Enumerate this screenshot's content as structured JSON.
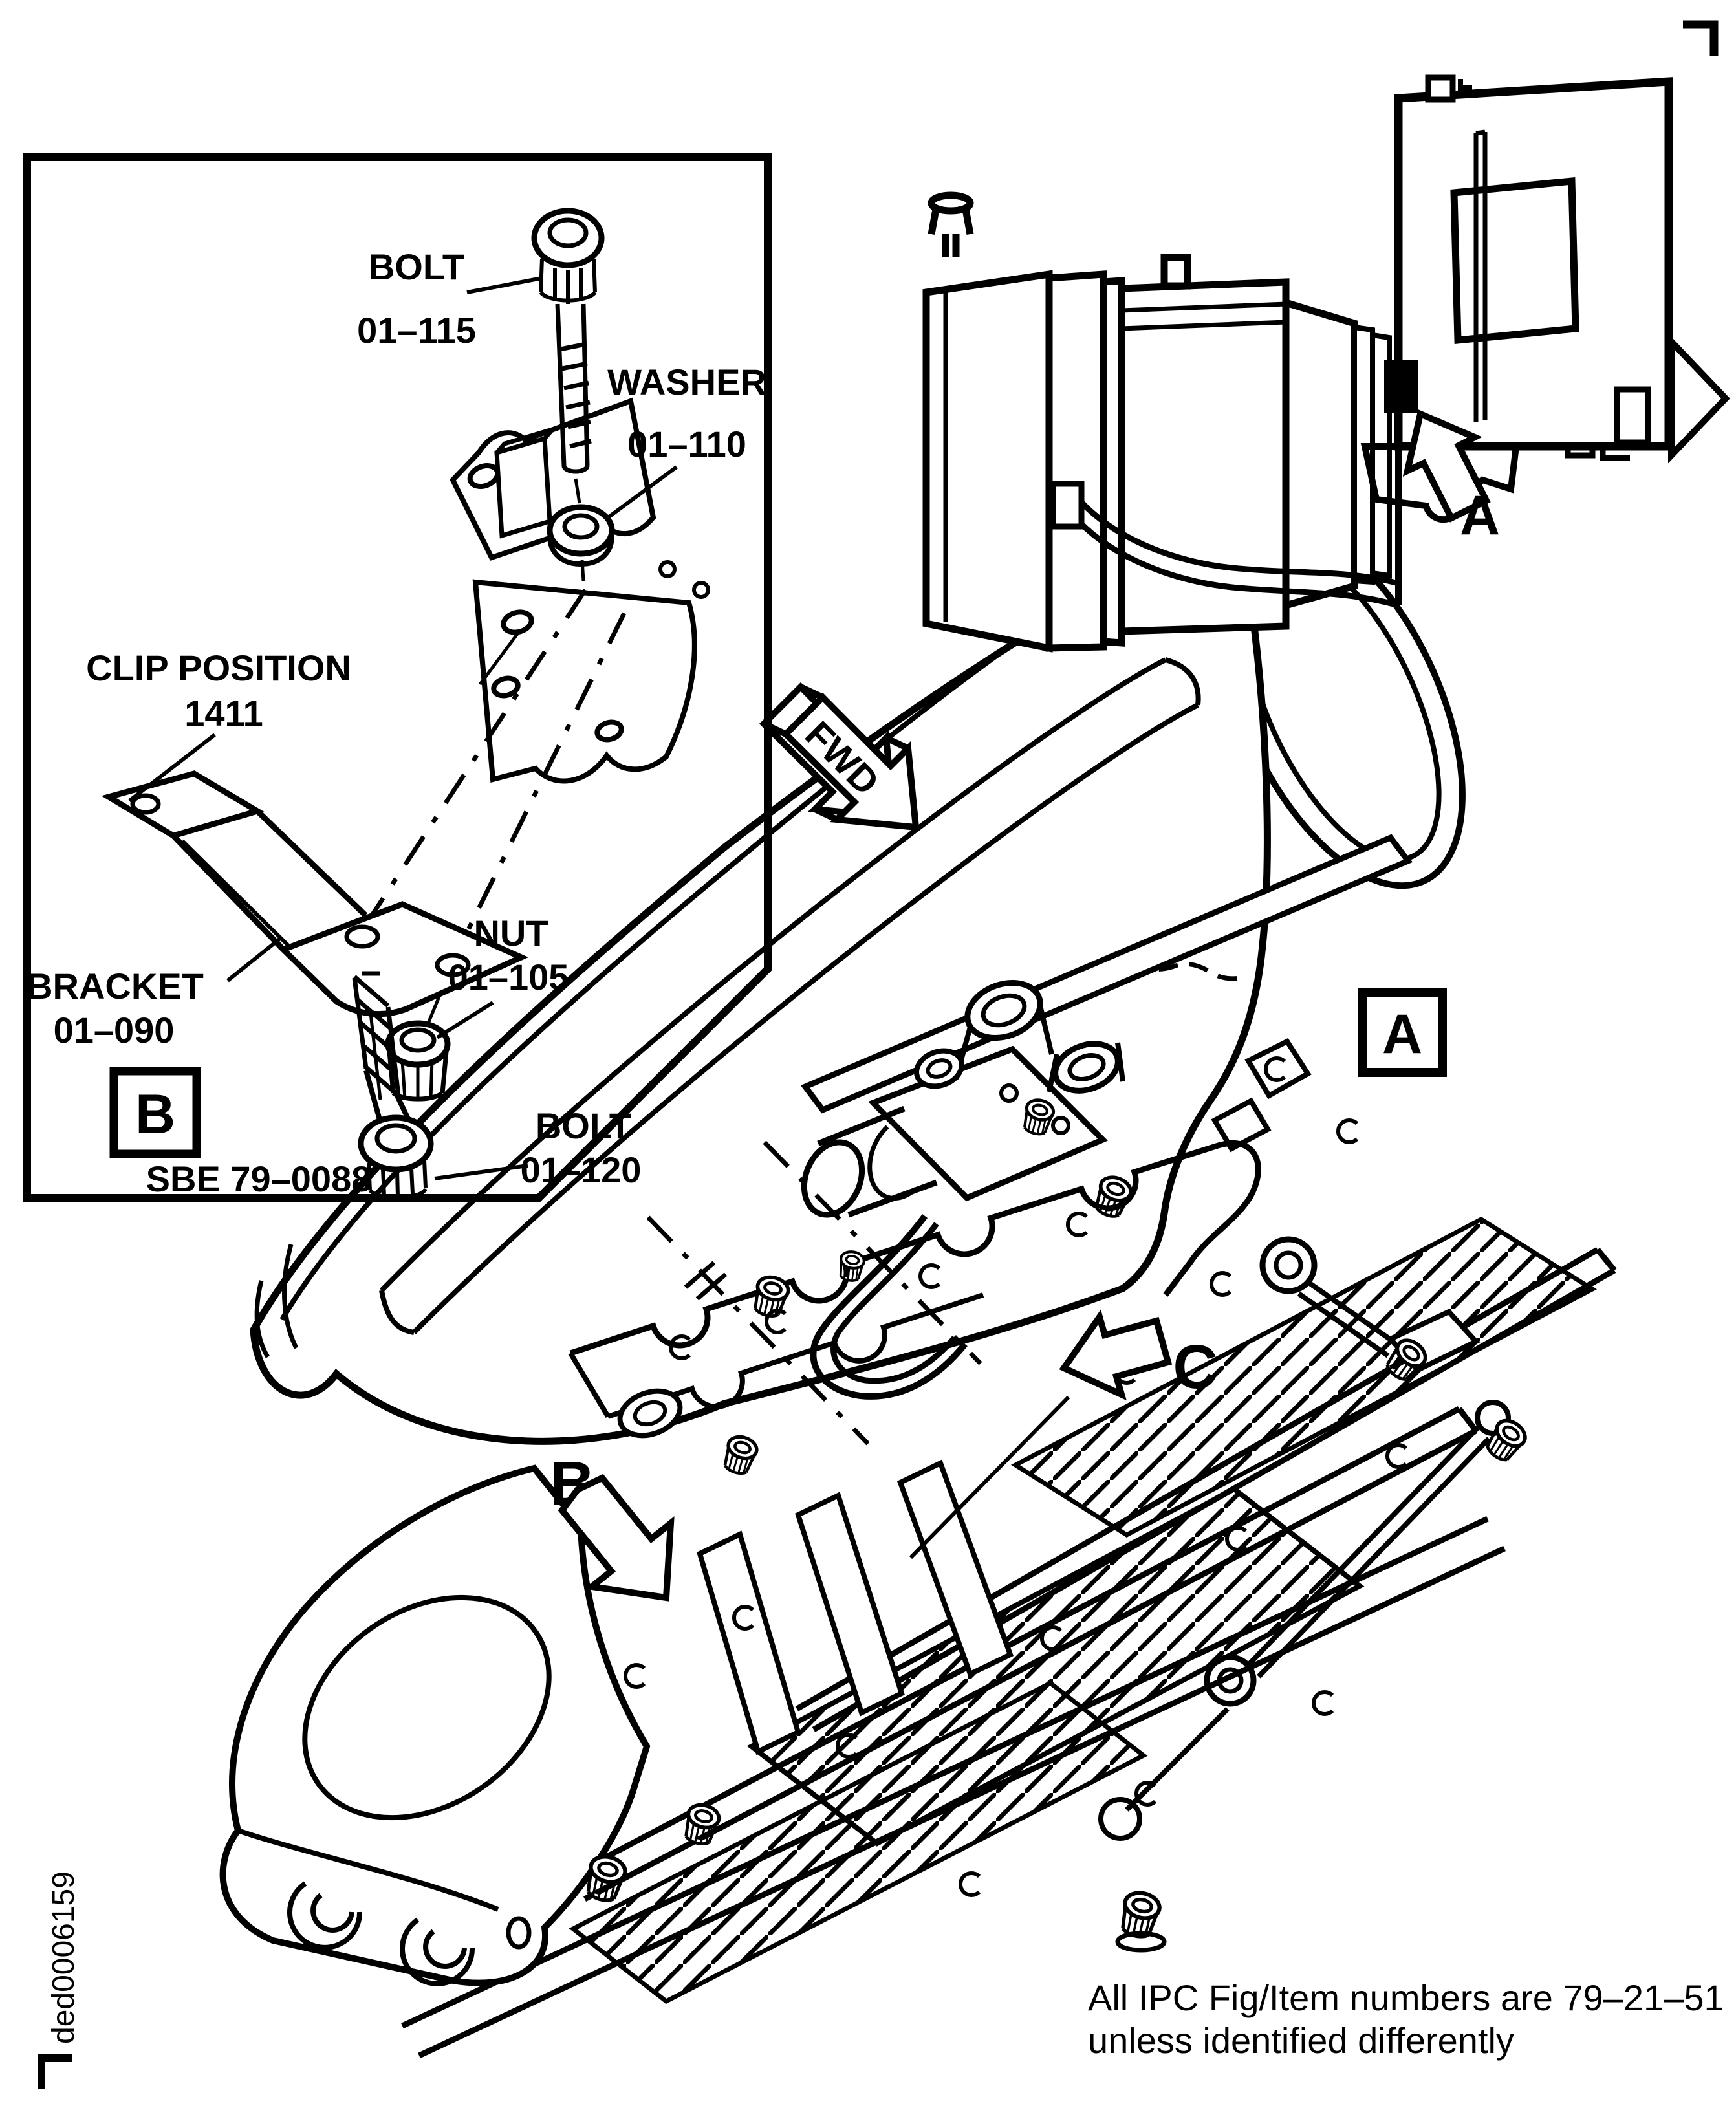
{
  "page": {
    "figure_id": "ded0006159",
    "footnote_line1": "All IPC Fig/Item numbers are 79–21–51",
    "footnote_line2": "unless identified differently"
  },
  "detail_box": {
    "detail_letter": "B",
    "drawing_ref": "SBE 79–0088",
    "callouts": {
      "bolt_top": {
        "name": "BOLT",
        "item": "01–115"
      },
      "washer": {
        "name": "WASHER",
        "item": "01–110"
      },
      "clip": {
        "name": "CLIP POSITION",
        "item": "1411"
      },
      "bracket": {
        "name": "BRACKET",
        "item": "01–090"
      },
      "nut": {
        "name": "NUT",
        "item": "01–105"
      },
      "bolt_bottom": {
        "name": "BOLT",
        "item": "01–120"
      }
    }
  },
  "engine_overview": {
    "location_letter": "A"
  },
  "orientation": {
    "fwd_label": "FWD"
  },
  "main_view": {
    "view_letter": "A",
    "detail_b_letter": "B",
    "detail_c_letter": "C"
  },
  "colors": {
    "ink": "#000000",
    "paper": "#ffffff"
  }
}
